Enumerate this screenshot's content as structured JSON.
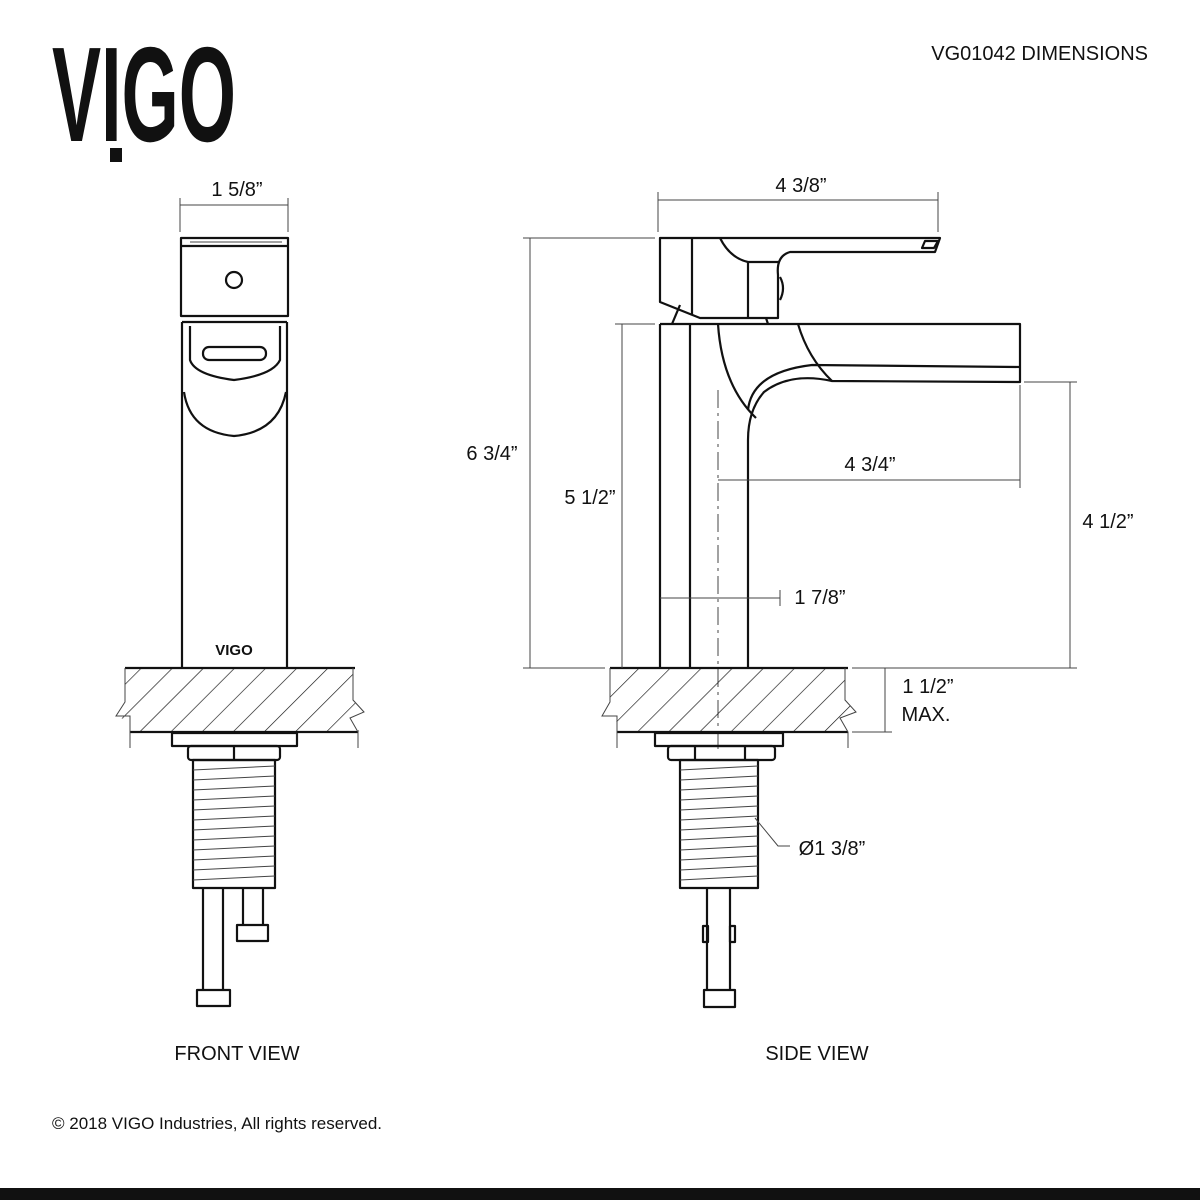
{
  "header": {
    "logo_text": "VIGO",
    "title": "VG01042 DIMENSIONS"
  },
  "front_view": {
    "label": "FRONT VIEW",
    "body_logo": "VIGO",
    "dimensions": {
      "width": "1 5/8”"
    }
  },
  "side_view": {
    "label": "SIDE VIEW",
    "dimensions": {
      "handle_length": "4 3/8”",
      "total_height": "6 3/4”",
      "body_height": "5 1/2”",
      "spout_reach": "4 3/4”",
      "spout_height": "4 1/2”",
      "body_depth": "1 7/8”",
      "max_counter_thickness": "1 1/2”",
      "max_label": "MAX.",
      "thread_diameter": "Ø1 3/8”"
    }
  },
  "footer": {
    "copyright": "© 2018 VIGO Industries, All rights reserved."
  },
  "colors": {
    "line": "#111111",
    "background": "#ffffff"
  }
}
